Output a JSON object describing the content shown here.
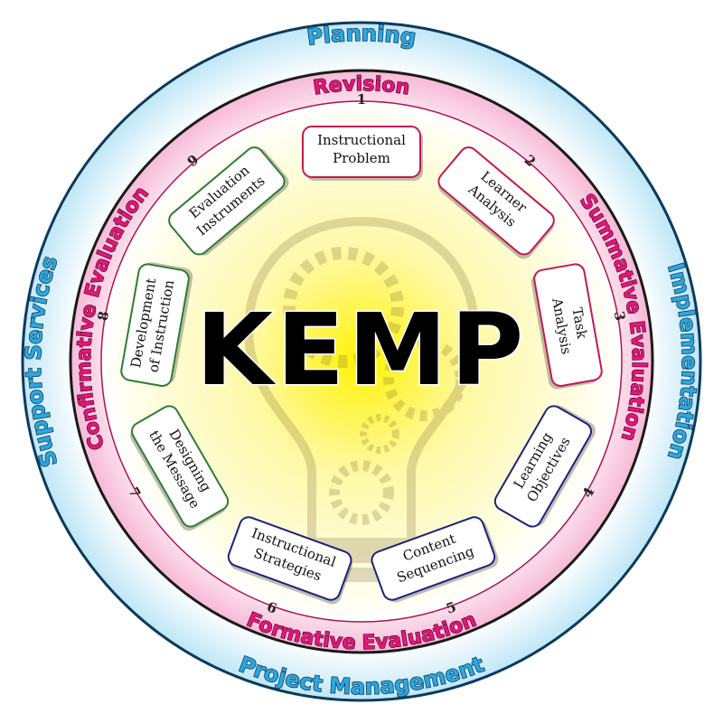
{
  "center": {
    "title": "KEMP"
  },
  "outer_ring": {
    "labels": [
      "Planning",
      "Implementation",
      "Project Management",
      "Support Services"
    ]
  },
  "inner_ring": {
    "labels": [
      "Revision",
      "Summative Evaluation",
      "Formative Evaluation",
      "Confirmative Evaluation"
    ]
  },
  "steps": [
    {
      "number": "1",
      "lines": [
        "Instructional",
        "Problem"
      ],
      "color": "#c2185b"
    },
    {
      "number": "2",
      "lines": [
        "Learner",
        "Analysis"
      ],
      "color": "#c2185b"
    },
    {
      "number": "3",
      "lines": [
        "Task",
        "Analysis"
      ],
      "color": "#c2185b"
    },
    {
      "number": "4",
      "lines": [
        "Learning",
        "Objectives"
      ],
      "color": "#1a237e"
    },
    {
      "number": "5",
      "lines": [
        "Content",
        "Sequencing"
      ],
      "color": "#1a237e"
    },
    {
      "number": "6",
      "lines": [
        "Instructional",
        "Strategies"
      ],
      "color": "#1a237e"
    },
    {
      "number": "7",
      "lines": [
        "Designing",
        "the Message"
      ],
      "color": "#2e7d32"
    },
    {
      "number": "8",
      "lines": [
        "Development",
        "of Instruction"
      ],
      "color": "#2e7d32"
    },
    {
      "number": "9",
      "lines": [
        "Evaluation",
        "Instruments"
      ],
      "color": "#2e7d32"
    }
  ],
  "colors": {
    "outer_ring_fill": "#dff3fb",
    "outer_ring_stroke": "#0b3a5e",
    "inner_ring_fill": "#fbd3e6",
    "inner_ring_stroke": "#b0124f",
    "center_glow": "#fff200",
    "outer_text": "#29a8df",
    "inner_text": "#e6157a"
  }
}
